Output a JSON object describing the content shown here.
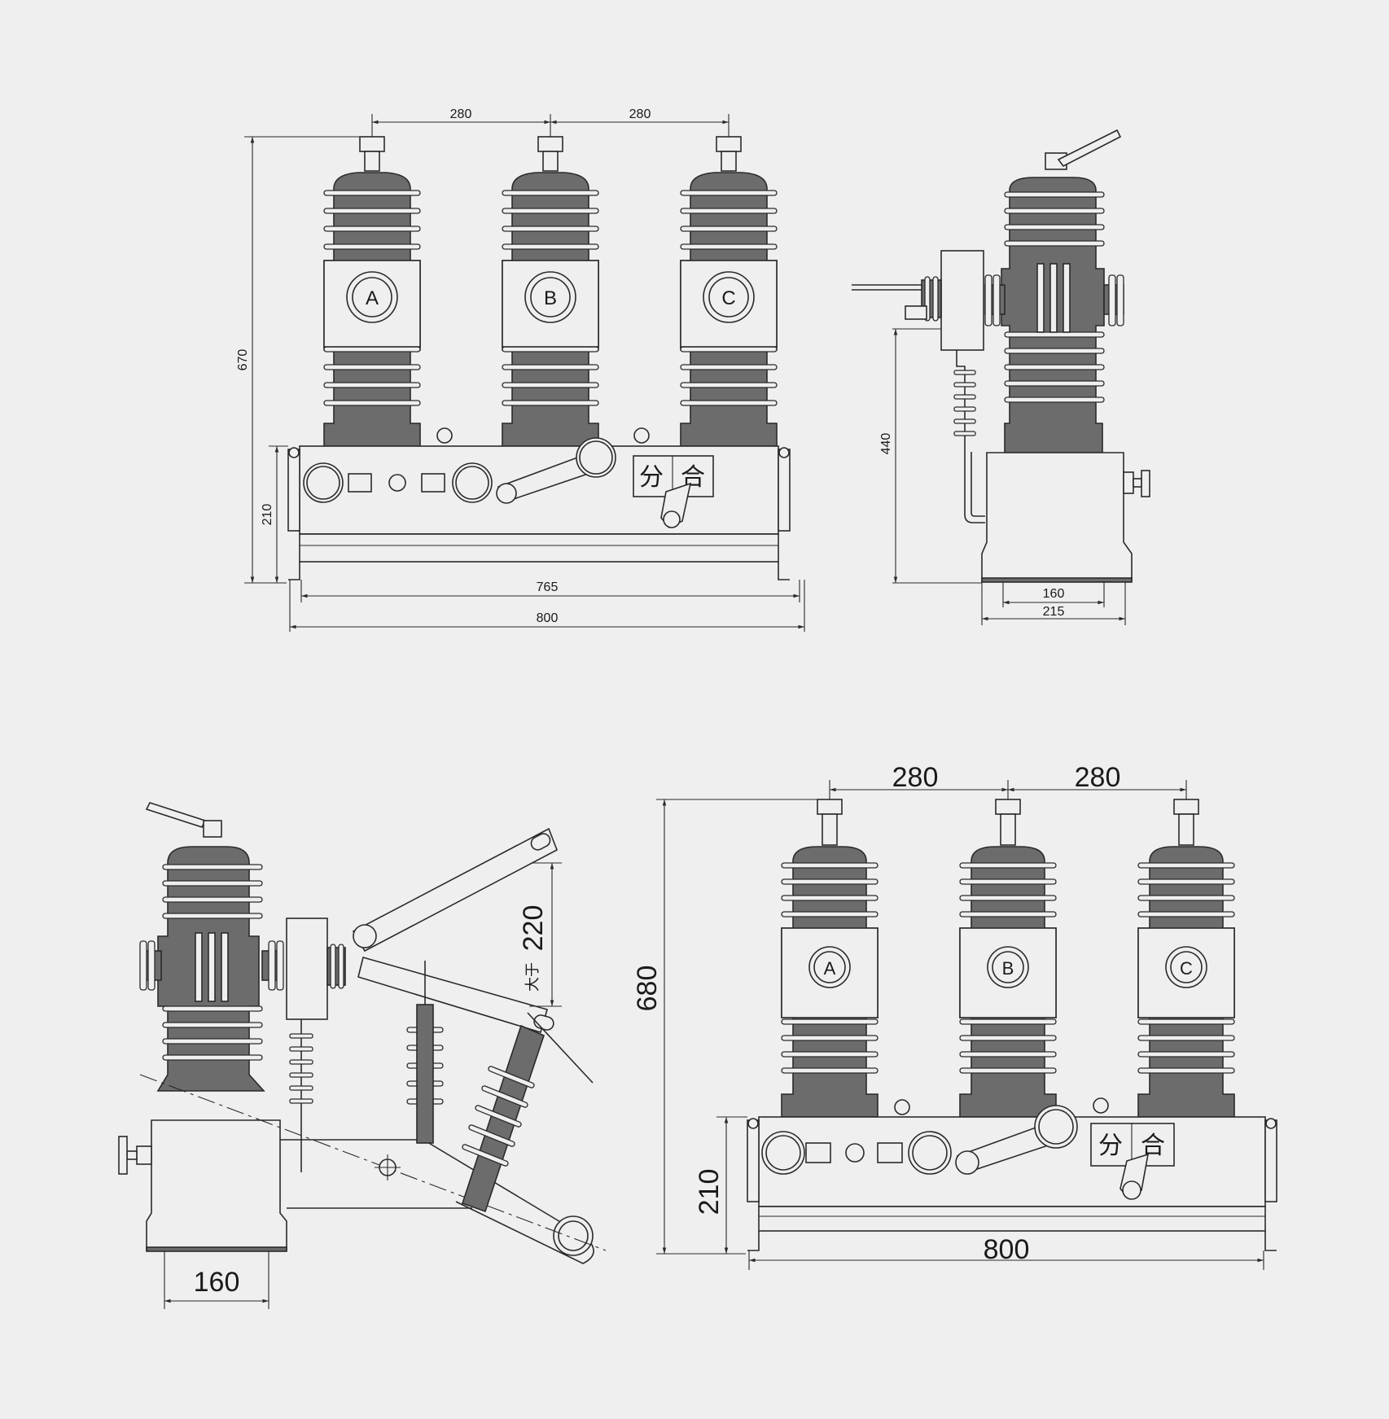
{
  "colors": {
    "background": "#efefef",
    "line": "#2a2a2a",
    "insulator": "#6c6c6c"
  },
  "front_view_top": {
    "phase_labels": [
      "A",
      "B",
      "C"
    ],
    "dims": {
      "spacing_1": "280",
      "spacing_2": "280",
      "height_total": "670",
      "base_height": "210",
      "inner_width": "765",
      "outer_width": "800"
    },
    "panel": {
      "open": "分",
      "close": "合"
    }
  },
  "side_view_top": {
    "dims": {
      "height": "440",
      "inner_width": "160",
      "outer_width": "215"
    }
  },
  "side_view_bottom": {
    "dims": {
      "lever_height": "220",
      "lever_caption": "大于",
      "base_width": "160"
    }
  },
  "front_view_bottom": {
    "phase_labels": [
      "A",
      "B",
      "C"
    ],
    "dims": {
      "spacing_1": "280",
      "spacing_2": "280",
      "height_total": "680",
      "base_height": "210",
      "outer_width": "800"
    },
    "panel": {
      "open": "分",
      "close": "合"
    }
  }
}
